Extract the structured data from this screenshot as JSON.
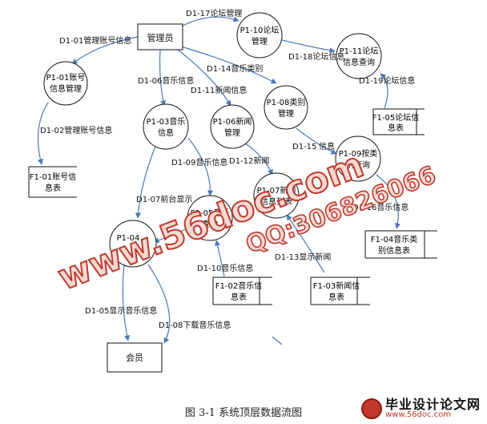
{
  "figure": {
    "caption": "图 3-1    系统顶层数据流图"
  },
  "entities": {
    "admin": "管理员",
    "member": "会员"
  },
  "processes": {
    "p1_01": [
      "P1-01账号",
      "信息管理"
    ],
    "p1_03": [
      "P1-03音乐",
      "信息"
    ],
    "p1_06": [
      "P1-06新闻",
      "管理"
    ],
    "p1_10": [
      "P1-10论坛",
      "管理"
    ],
    "p1_08": [
      "P1-08类别",
      "管理"
    ],
    "p1_11": [
      "P1-11论坛",
      "信息查询"
    ],
    "p1_09": [
      "P1-09按类",
      "别查询"
    ],
    "p1_07": [
      "P1-07新闻",
      "信息列表"
    ],
    "p1_05": [
      "P1-05音乐",
      "查询"
    ],
    "p1_04": [
      "P1-04"
    ]
  },
  "stores": {
    "f1_01": [
      "F1-01账号信",
      "息表"
    ],
    "f1_05": [
      "F1-05论坛信",
      "息表"
    ],
    "f1_04": [
      "F1-04音乐类",
      "别信息表"
    ],
    "f1_02": [
      "F1-02音乐信",
      "息表"
    ],
    "f1_03": [
      "F1-03新闻信",
      "息表"
    ]
  },
  "flows": {
    "d1_17": "D1-17论坛管理",
    "d1_01": "D1-01管理账号信息",
    "d1_18": "D1-18论坛信息",
    "d1_14": "D1-14音乐类别",
    "d1_06": "D1-06音乐信息",
    "d1_11": "D1-11新闻信息",
    "d1_19": "D1-19论坛信息",
    "d1_02": "D1-02管理账号信息",
    "d1_15": "D1-15",
    "d1_15_tail": "信息",
    "d1_09": "D1-09音乐信息",
    "d1_12": "D1-12新闻",
    "d1_16": "D1-16音乐信息",
    "d1_07": "D1-07前台显示",
    "d1_10": "D1-10音乐信息",
    "d1_13": "D1-13显示新闻",
    "d1_05": "D1-05显示音乐信息",
    "d1_08": "D1-08下载音乐信息"
  },
  "watermarks": {
    "site": "www.56doc.com",
    "qq": "QQ:306826066"
  },
  "brand": {
    "title": "毕业设计论文网",
    "url": "www.56doc.com"
  }
}
